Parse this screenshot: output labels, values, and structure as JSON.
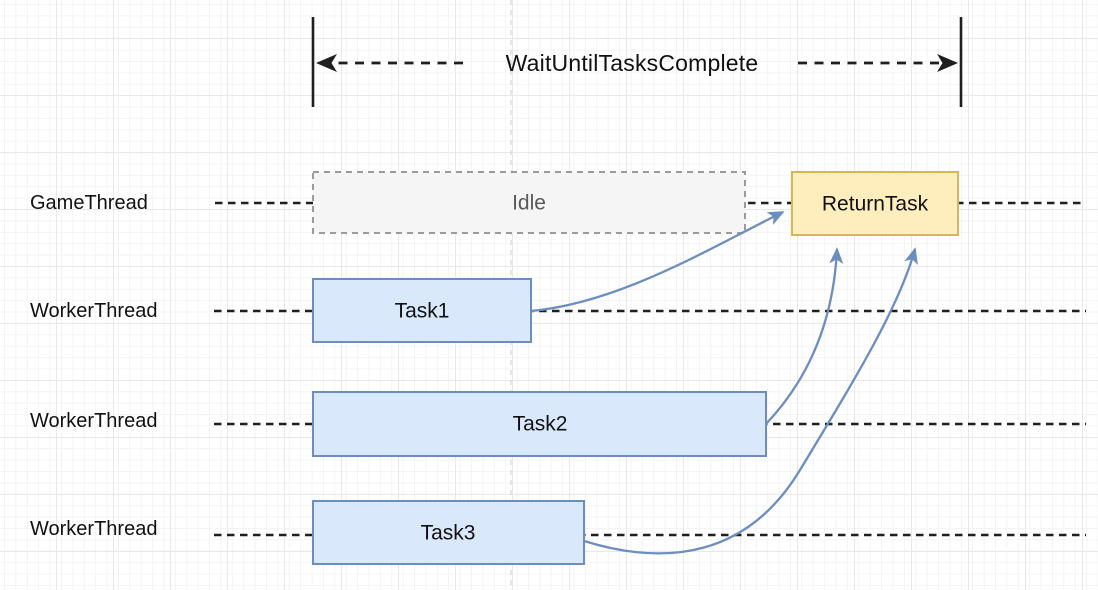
{
  "bracket": {
    "label": "WaitUntilTasksComplete"
  },
  "lanes": [
    {
      "label": "GameThread"
    },
    {
      "label": "WorkerThread"
    },
    {
      "label": "WorkerThread"
    },
    {
      "label": "WorkerThread"
    }
  ],
  "nodes": {
    "idle": {
      "label": "Idle"
    },
    "return_task": {
      "label": "ReturnTask"
    },
    "task1": {
      "label": "Task1"
    },
    "task2": {
      "label": "Task2"
    },
    "task3": {
      "label": "Task3"
    }
  },
  "colors": {
    "task_fill": "#dae8fc",
    "task_stroke": "#6c8ebf",
    "return_fill": "#ffeebd",
    "return_stroke": "#d6b656",
    "idle_fill": "#f5f5f5",
    "idle_stroke": "#9b9b9b",
    "idle_text": "#595959",
    "arrow": "#6c8ebf",
    "line": "#1f1f1f",
    "text": "#111111",
    "page_line": "#cccccc"
  }
}
